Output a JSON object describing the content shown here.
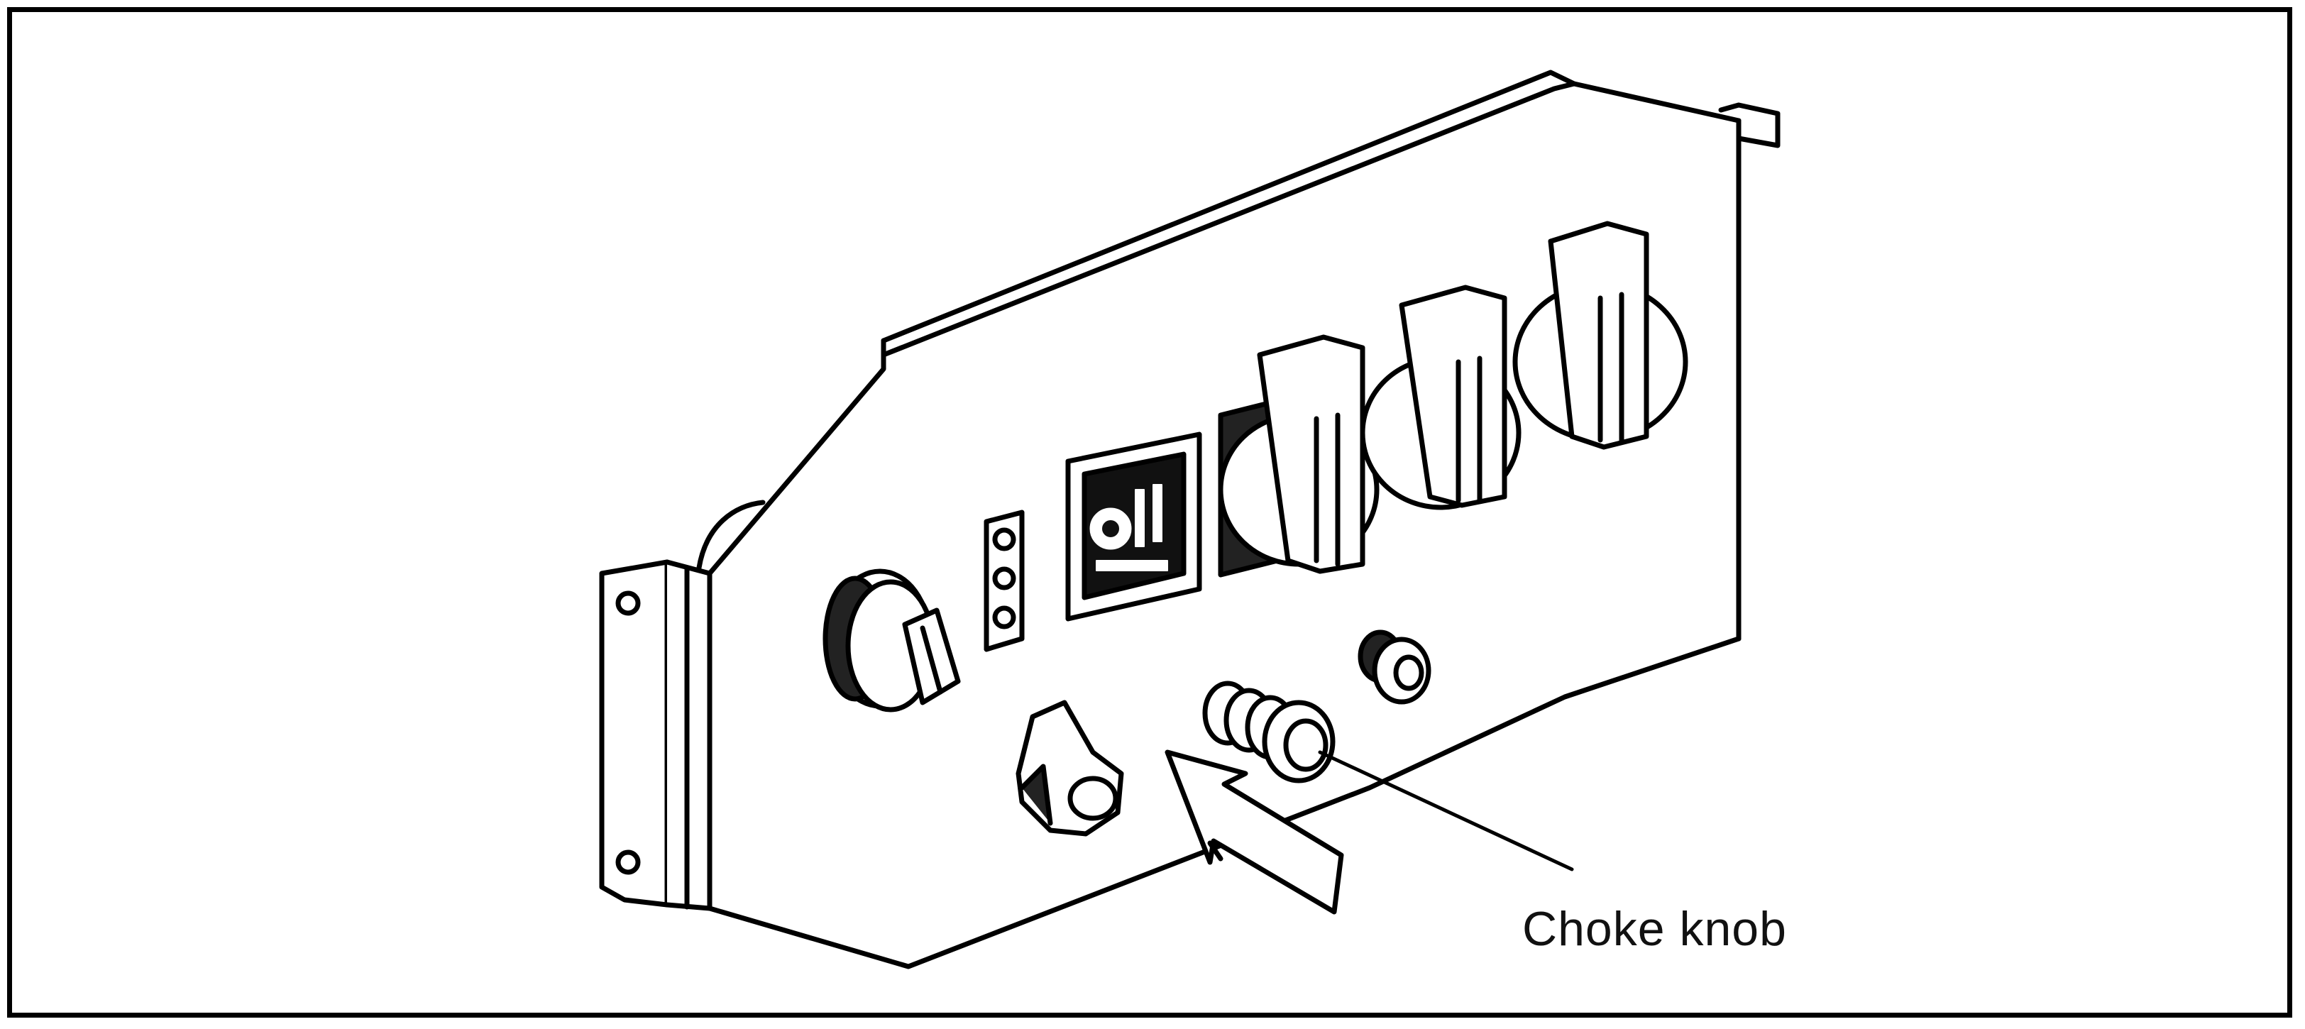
{
  "callout": {
    "label": "Choke knob",
    "points_to": "choke-knob"
  },
  "components": [
    "mounting-bracket",
    "control-panel-plate",
    "engine-switch-knob",
    "indicator-lights",
    "circuit-breaker-label",
    "power-outlet",
    "fuel-valve-lever",
    "choke-knob",
    "ground-terminal",
    "direction-arrow"
  ],
  "colors": {
    "line": "#000000",
    "background": "#ffffff"
  }
}
